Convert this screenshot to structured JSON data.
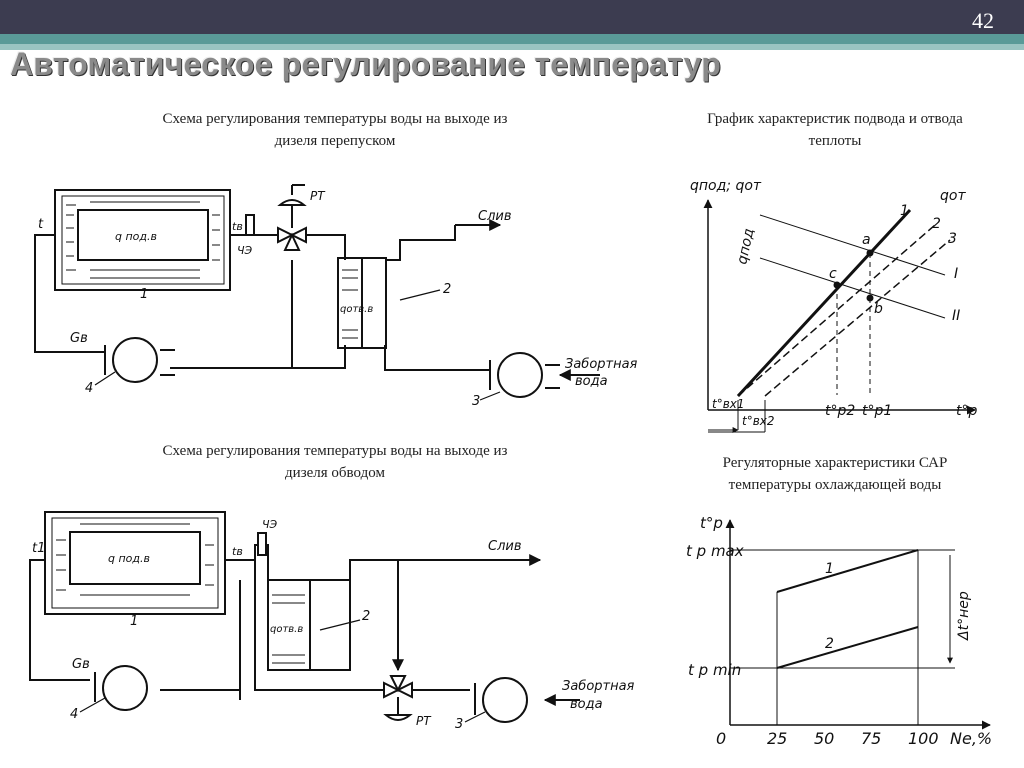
{
  "slide": {
    "number": "42",
    "title": "Автоматическое регулирование температур"
  },
  "captions": {
    "scheme1": [
      "Схема  регулирования температуры воды на выходе из",
      "дизеля перепуском"
    ],
    "graph1": [
      "График характеристик подвода и отвода",
      "теплоты"
    ],
    "scheme2": [
      "Схема  регулирования температуры воды на выходе из",
      "дизеля обводом"
    ],
    "graph2": [
      "Регуляторные характеристики САР",
      "температуры охлаждающей воды"
    ]
  },
  "scheme1_labels": {
    "t": "t",
    "q": "q под.в",
    "tv": "tв",
    "ch": "ЧЭ",
    "rt": "РТ",
    "sliv": "Слив",
    "qotv": "qотв.в",
    "n2": "2",
    "n1": "1",
    "gv": "Gв",
    "n4": "4",
    "n3": "3",
    "zab1": "Забортная",
    "zab2": "вода"
  },
  "scheme2_labels": {
    "t1": "t1",
    "q": "q под.в",
    "tv": "tв",
    "ch": "ЧЭ",
    "sliv": "Слив",
    "qotv": "qотв.в",
    "n2": "2",
    "n1": "1",
    "gv": "Gв",
    "n4": "4",
    "n3": "3",
    "rt": "РТ",
    "zab1": "Забортная",
    "zab2": "вода"
  },
  "graph1_labels": {
    "yaxis": "qпод; qот",
    "qpod": "qпод",
    "qot": "qот",
    "l1": "1",
    "l2": "2",
    "l3": "3",
    "a": "a",
    "b": "b",
    "c": "c",
    "I": "I",
    "II": "II",
    "tvx1": "t°вх1",
    "tvx2": "t°вх2",
    "tp2": "t°p2",
    "tp1": "t°p1",
    "tp": "t°p"
  },
  "chart_data": {
    "type": "line",
    "xlabel": "Ne,%",
    "ylabel": "t°p",
    "x_ticks": [
      "0",
      "25",
      "50",
      "75",
      "100"
    ],
    "y_labels": {
      "max": "t p max",
      "min": "t p min"
    },
    "delta_label": "Δt°нер",
    "series": [
      {
        "name": "1",
        "x": [
          25,
          25,
          100
        ],
        "y": [
          "low",
          "mid",
          "max"
        ]
      },
      {
        "name": "2",
        "x": [
          25,
          100
        ],
        "y": [
          "min",
          "mid-low"
        ]
      }
    ]
  }
}
